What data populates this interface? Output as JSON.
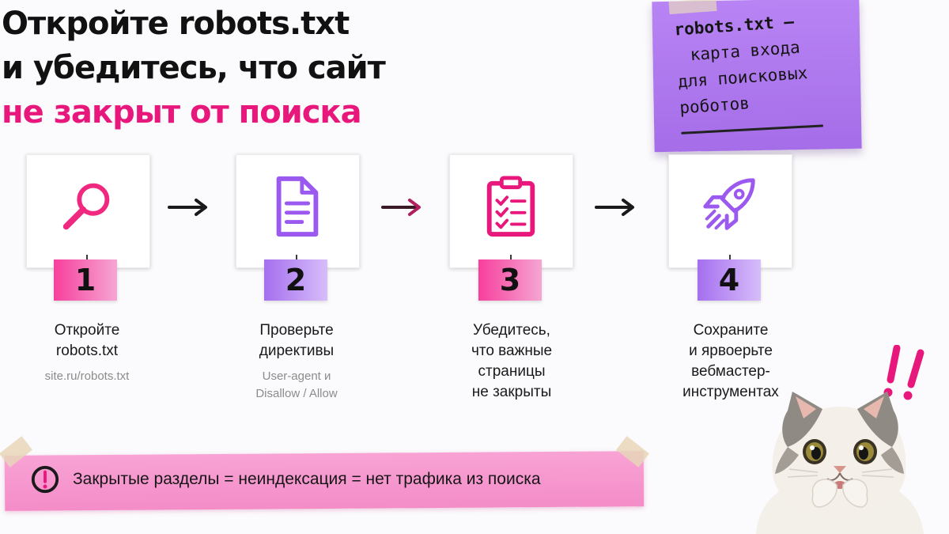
{
  "headline": {
    "line1": "Откройте robots.txt",
    "line2": "и убедитесь, что сайт",
    "line3": "не закрыт от поиска"
  },
  "sticky_note": {
    "line1": "robots.txt —",
    "line2": "карта входа",
    "line3": "для поисковых",
    "line4": "роботов"
  },
  "steps": [
    {
      "number": "1",
      "icon": "magnifier-icon",
      "title": [
        "Откройте",
        "robots.txt"
      ],
      "subtitle": [
        "site.ru/robots.txt"
      ]
    },
    {
      "number": "2",
      "icon": "document-icon",
      "title": [
        "Проверьте",
        "директивы"
      ],
      "subtitle": [
        "User-agent и",
        "Disallow / Allow"
      ]
    },
    {
      "number": "3",
      "icon": "clipboard-checklist-icon",
      "title": [
        "Убедитесь,",
        "что важные",
        "страницы",
        "не закрыты"
      ],
      "subtitle": []
    },
    {
      "number": "4",
      "icon": "rocket-icon",
      "title": [
        "Сохраните",
        "и ярвоерьте",
        "вебмастер-",
        "инструментах"
      ],
      "subtitle": []
    }
  ],
  "banner": {
    "text": "Закрытые разделы = неиндексация = нет трафика из поиска",
    "icon": "warning-exclamation-icon"
  },
  "decor": {
    "exclamation": "!!",
    "mascot": "cat-illustration"
  },
  "colors": {
    "accent_pink": "#e8177b",
    "accent_purple": "#9b59f0",
    "sticky_purple": "#b07cf2",
    "banner_pink": "#f6a0d2"
  }
}
